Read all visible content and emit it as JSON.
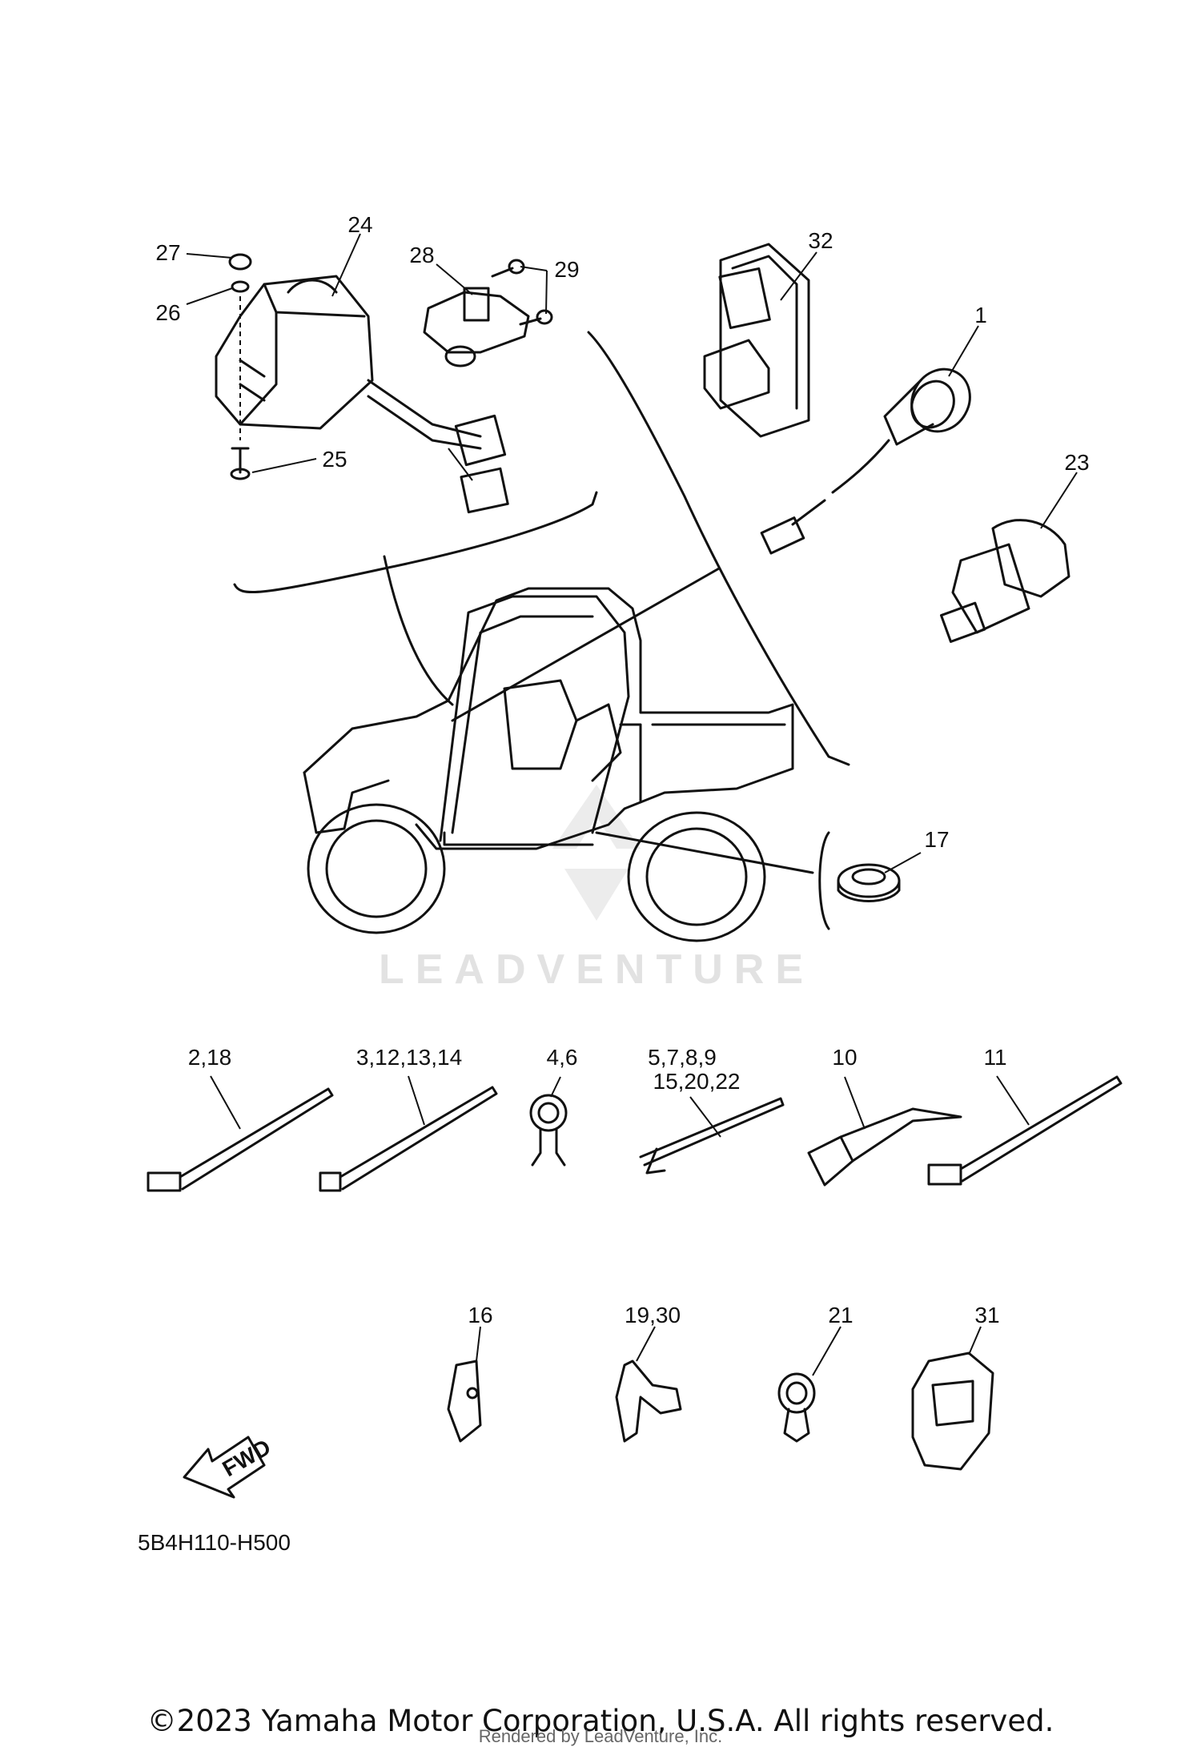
{
  "diagram": {
    "callouts": {
      "p24": "24",
      "p27": "27",
      "p26": "26",
      "p25": "25",
      "p28": "28",
      "p29": "29",
      "p32": "32",
      "p1": "1",
      "p23": "23",
      "p17": "17",
      "p2_18": "2,18",
      "p3_14": "3,12,13,14",
      "p4_6": "4,6",
      "p5_9": "5,7,8,9",
      "p15_22": "15,20,22",
      "p10": "10",
      "p11": "11",
      "p16": "16",
      "p19_30": "19,30",
      "p21": "21",
      "p31": "31"
    },
    "fwd_label": "FWD",
    "diagram_code": "5B4H110-H500",
    "watermark": "LEADVENTURE"
  },
  "footer": {
    "copyright": "©2023 Yamaha Motor Corporation, U.S.A. All rights reserved.",
    "rendered_by": "Rendered by LeadVenture, Inc."
  }
}
